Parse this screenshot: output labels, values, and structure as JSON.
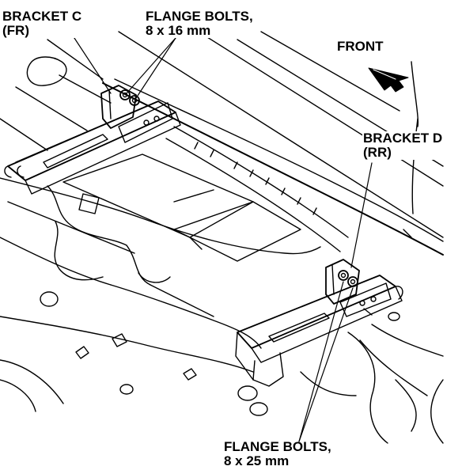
{
  "labels": {
    "bracket_c": {
      "line1": "BRACKET C",
      "line2": "(FR)"
    },
    "flange_bolts_16": {
      "line1": "FLANGE BOLTS,",
      "line2": "8 x 16 mm"
    },
    "front": "FRONT",
    "bracket_d": {
      "line1": "BRACKET D",
      "line2": "(RR)"
    },
    "flange_bolts_25": {
      "line1": "FLANGE BOLTS,",
      "line2": "8 x 25 mm"
    }
  },
  "colors": {
    "line": "#000000",
    "background": "#ffffff"
  },
  "icons": {
    "direction": "front-arrow-icon"
  }
}
